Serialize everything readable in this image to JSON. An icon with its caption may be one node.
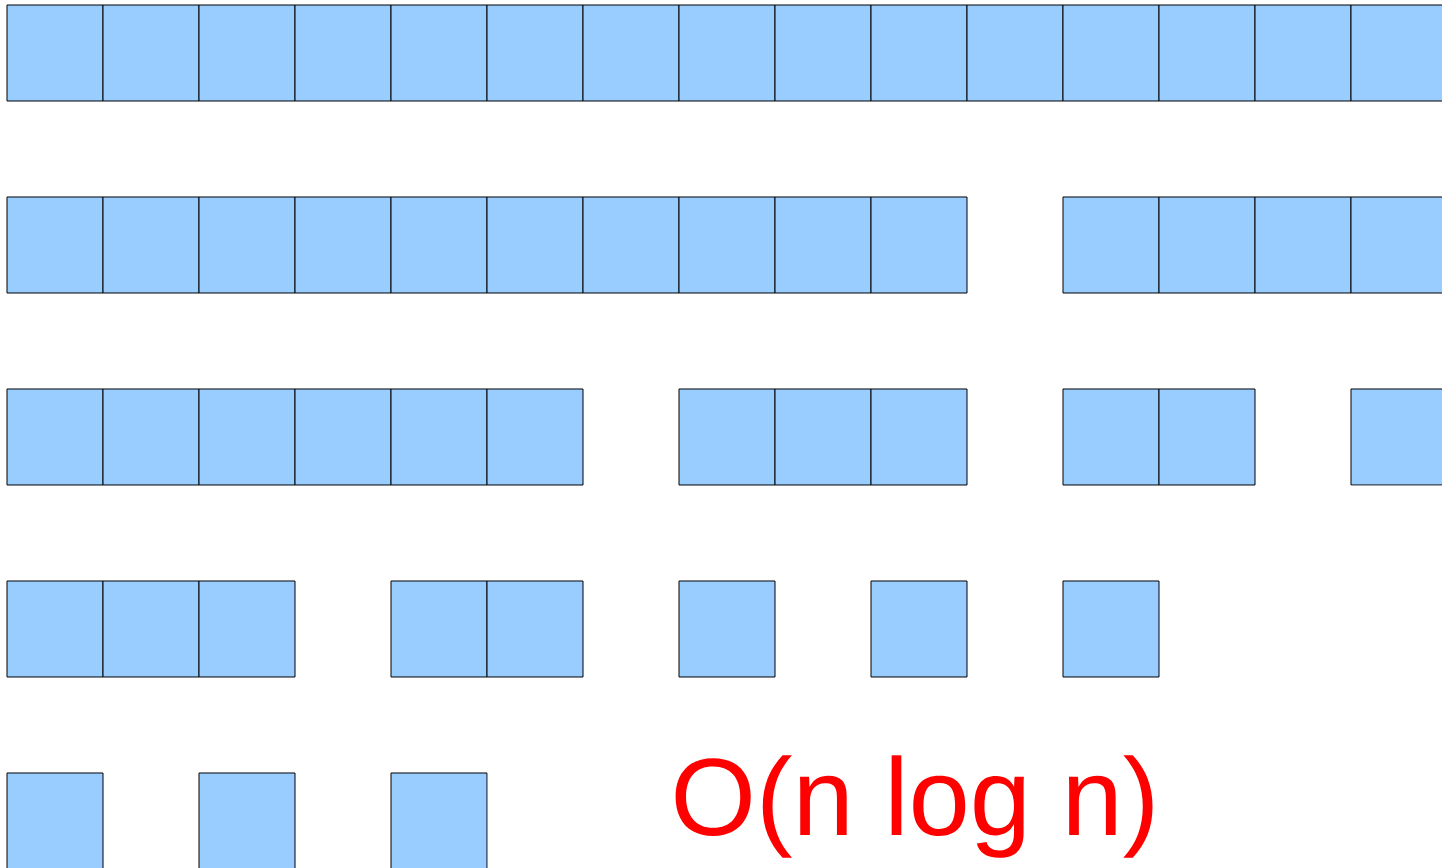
{
  "diagram": {
    "nodes": [
      {
        "text": [],
        "shape": "box"
      },
      {
        "text": [],
        "shape": "box"
      },
      {
        "text": [],
        "shape": "box"
      },
      {
        "text": [],
        "shape": "box"
      },
      {
        "text": [],
        "shape": "box"
      },
      {
        "text": [],
        "shape": "box"
      },
      {
        "text": [],
        "shape": "box"
      },
      {
        "text": [],
        "shape": "box"
      },
      {
        "text": [],
        "shape": "box"
      },
      {
        "text": [],
        "shape": "box"
      },
      {
        "text": [],
        "shape": "box"
      },
      {
        "text": [],
        "shape": "box"
      },
      {
        "text": [],
        "shape": "box"
      },
      {
        "text": [],
        "shape": "box"
      },
      {
        "text": [],
        "shape": "box"
      },
      {
        "text": [],
        "shape": "box"
      },
      {
        "text": [],
        "shape": "box"
      },
      {
        "text": [],
        "shape": "box"
      },
      {
        "text": [],
        "shape": "box"
      },
      {
        "text": [],
        "shape": "box"
      },
      {
        "text": [],
        "shape": "box"
      },
      {
        "text": [],
        "shape": "box"
      },
      {
        "text": [],
        "shape": "box"
      },
      {
        "text": [],
        "shape": "box"
      },
      {
        "text": [],
        "shape": "box"
      },
      {
        "text": [],
        "shape": "box"
      },
      {
        "text": [],
        "shape": "box"
      },
      {
        "text": [],
        "shape": "box"
      },
      {
        "text": [],
        "shape": "box"
      },
      {
        "text": [],
        "shape": "box"
      },
      {
        "text": [],
        "shape": "box"
      },
      {
        "text": [],
        "shape": "box"
      },
      {
        "text": [],
        "shape": "box"
      },
      {
        "text": [],
        "shape": "box"
      },
      {
        "text": [],
        "shape": "box"
      },
      {
        "text": [],
        "shape": "box"
      },
      {
        "text": [],
        "shape": "box"
      },
      {
        "text": [],
        "shape": "box"
      },
      {
        "text": [],
        "shape": "box"
      },
      {
        "text": [],
        "shape": "box"
      },
      {
        "text": [],
        "shape": "box"
      },
      {
        "text": [],
        "shape": "box"
      },
      {
        "text": [],
        "shape": "box"
      },
      {
        "text": [],
        "shape": "box"
      },
      {
        "text": [],
        "shape": "box"
      },
      {
        "text": [],
        "shape": "box"
      },
      {
        "text": [],
        "shape": "box"
      },
      {
        "text": [],
        "shape": "box"
      },
      {
        "text": [],
        "shape": "box"
      },
      {
        "text": [],
        "shape": "box"
      },
      {
        "text": [],
        "shape": "box"
      },
      {
        "text": [],
        "shape": "box"
      }
    ],
    "labels": [
      "O(n log n)"
    ]
  }
}
